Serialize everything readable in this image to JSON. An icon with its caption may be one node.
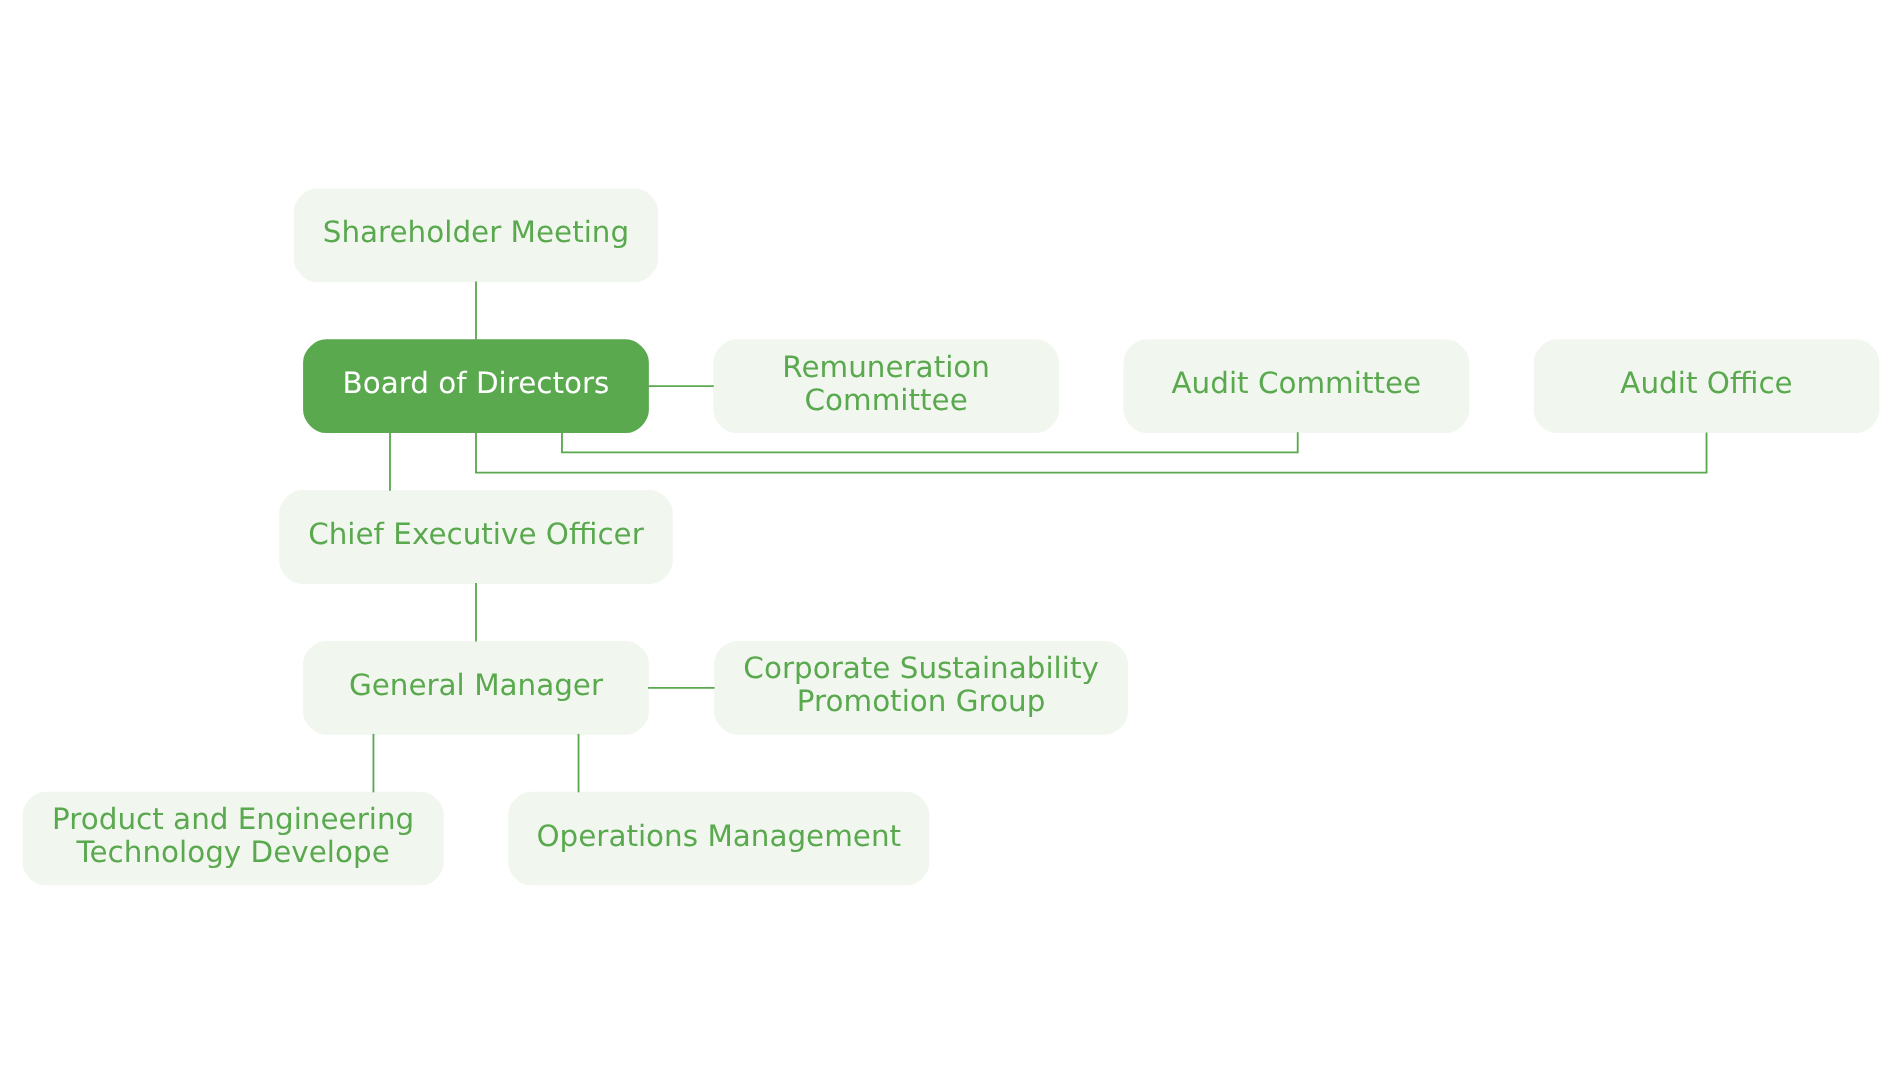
{
  "diagram": {
    "nodes": [
      {
        "text": [
          "Shareholder Meeting"
        ]
      },
      {
        "text": [
          "Audit Office"
        ]
      },
      {
        "text": [
          "Board of Directors"
        ]
      },
      {
        "text": [
          "Audit Committee"
        ]
      },
      {
        "text": [
          "Remuneration Committee"
        ]
      },
      {
        "text": [
          "Chief Executive Officer"
        ]
      },
      {
        "text": [
          "General Manager"
        ]
      },
      {
        "text": [
          "Corporate Sustainability Promotion Group"
        ]
      },
      {
        "text": [
          "Product and Engineering Technology Develope"
        ]
      },
      {
        "text": [
          "Operations Management"
        ]
      }
    ],
    "edges": [
      {
        "from": 0,
        "to": 2,
        "arrow": "none"
      },
      {
        "from": 2,
        "to": 1,
        "arrow": "none"
      },
      {
        "from": 2,
        "to": 3,
        "arrow": "none"
      },
      {
        "from": 2,
        "to": 4,
        "arrow": "none"
      },
      {
        "from": 2,
        "to": 5,
        "arrow": "none"
      },
      {
        "from": 5,
        "to": 6,
        "arrow": "none"
      },
      {
        "from": 6,
        "to": 7,
        "arrow": "none"
      },
      {
        "from": 6,
        "to": 8,
        "arrow": "none"
      },
      {
        "from": 6,
        "to": 9,
        "arrow": "none"
      }
    ]
  }
}
